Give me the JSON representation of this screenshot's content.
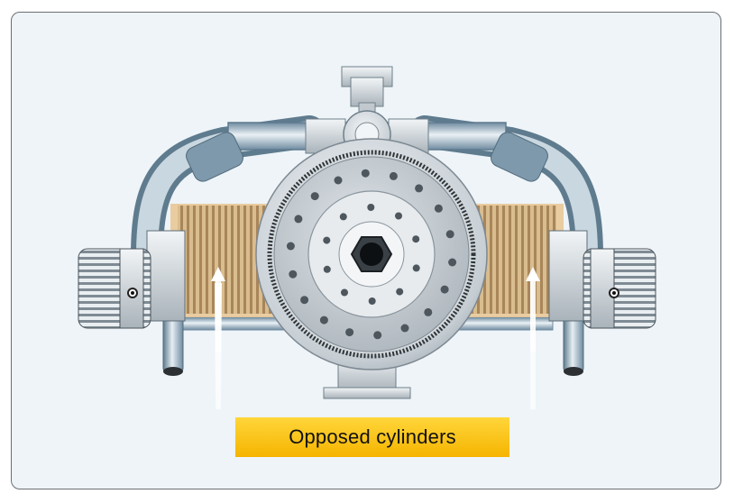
{
  "diagram": {
    "caption": "Opposed cylinders",
    "colors": {
      "frame_border": "#6b6f73",
      "background": "#eef4f8",
      "pipe": "#9fb8c8",
      "pipe_dark": "#5f7b8e",
      "fins": "#c7a77a",
      "highlight": "#e7b56a",
      "caption_fill": "#f5b400"
    },
    "icons": {
      "pointer_left": "up-arrow",
      "pointer_right": "up-arrow"
    }
  }
}
